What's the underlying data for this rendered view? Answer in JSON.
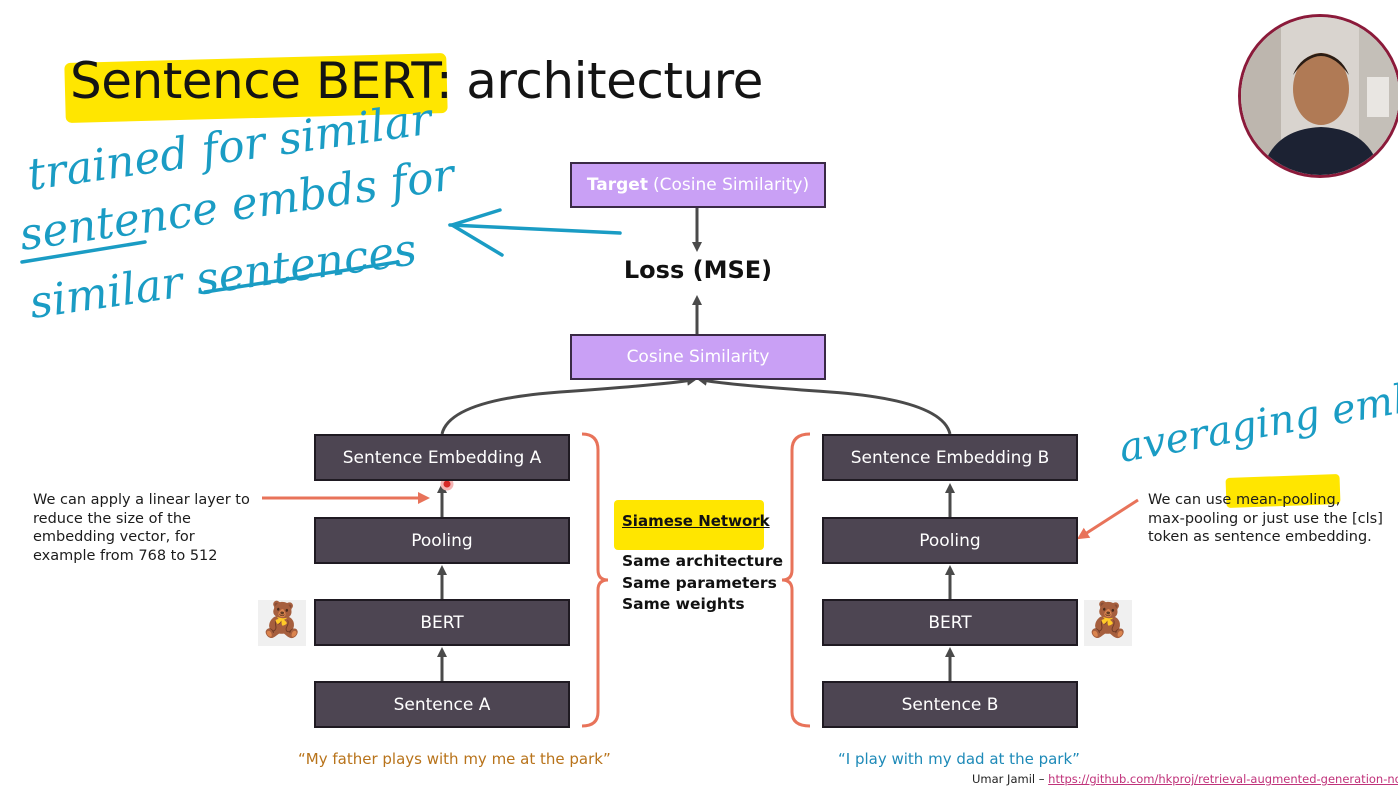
{
  "title": {
    "part1": "Sentence BERT:",
    "part2": "architecture"
  },
  "diagram": {
    "target_bold": "Target",
    "target_rest": "(Cosine Similarity)",
    "loss": "Loss (MSE)",
    "cosine": "Cosine Similarity",
    "left": {
      "embedding": "Sentence Embedding A",
      "pooling": "Pooling",
      "bert": "BERT",
      "sentence": "Sentence A",
      "quote": "“My father plays with my me at the park”"
    },
    "right": {
      "embedding": "Sentence Embedding B",
      "pooling": "Pooling",
      "bert": "BERT",
      "sentence": "Sentence B",
      "quote": "“I play with my dad at the park”"
    },
    "siamese": {
      "title": "Siamese Network",
      "line1": "Same architecture",
      "line2": "Same parameters",
      "line3": "Same weights"
    }
  },
  "notes": {
    "left": [
      "We can apply a linear layer to",
      "reduce the size of the",
      "embedding vector, for",
      "example from 768 to 512"
    ],
    "right_pre": "We can use ",
    "right_hl": "mean-pooling,",
    "right_line2": "max-pooling or just use the [cls]",
    "right_line3": "token as sentence embedding."
  },
  "annotations": {
    "left_handwriting": [
      "trained for similar",
      "sentence embds for",
      "similar sentences"
    ],
    "right_handwriting": "averaging embds"
  },
  "credit": {
    "author": "Umar Jamil – ",
    "link": "https://github.com/hkproj/retrieval-augmented-generation-notes"
  },
  "emoji": "🧸",
  "colors": {
    "box_dark": "#4d4552",
    "box_purple": "#c9a0f5",
    "highlight": "#ffe600",
    "bracket": "#e8735a",
    "handwriting": "#1a9cc4",
    "quote_a": "#b8731a",
    "quote_b": "#1e8ab8"
  }
}
